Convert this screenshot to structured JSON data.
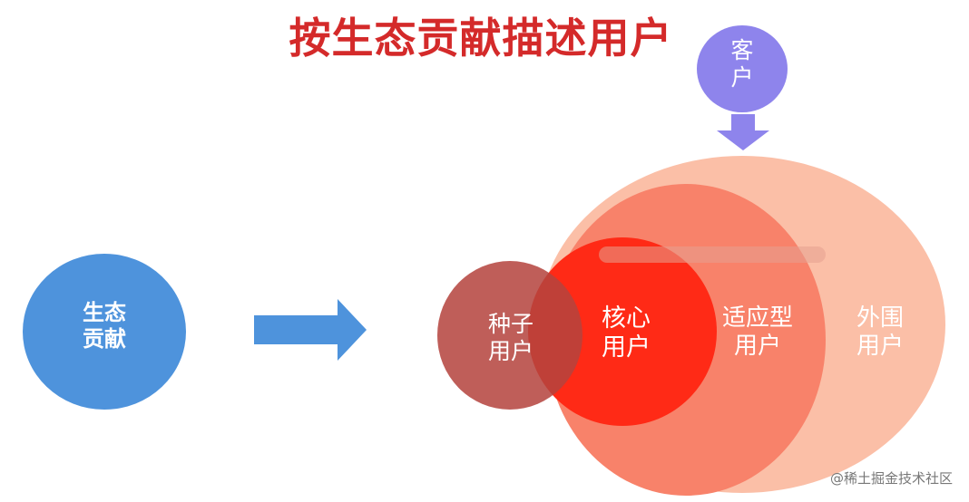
{
  "title": "按生态贡献描述用户",
  "source_node": {
    "label": "生态\n贡献",
    "color": "#4e93dc"
  },
  "customer_node": {
    "label": "客\n户",
    "color": "#8e84ec"
  },
  "groups": {
    "seed": {
      "label": "种子\n用户",
      "color": "#b5433e"
    },
    "core": {
      "label": "核心\n用户",
      "color": "#ff2a16"
    },
    "adaptive": {
      "label": "适应型\n用户",
      "color": "#f8826a"
    },
    "outer": {
      "label": "外围\n用户",
      "color": "#fbbfa7"
    }
  },
  "arrow_color": "#4e93dc",
  "down_arrow_color": "#8e84ec",
  "watermark": "@稀土掘金技术社区"
}
